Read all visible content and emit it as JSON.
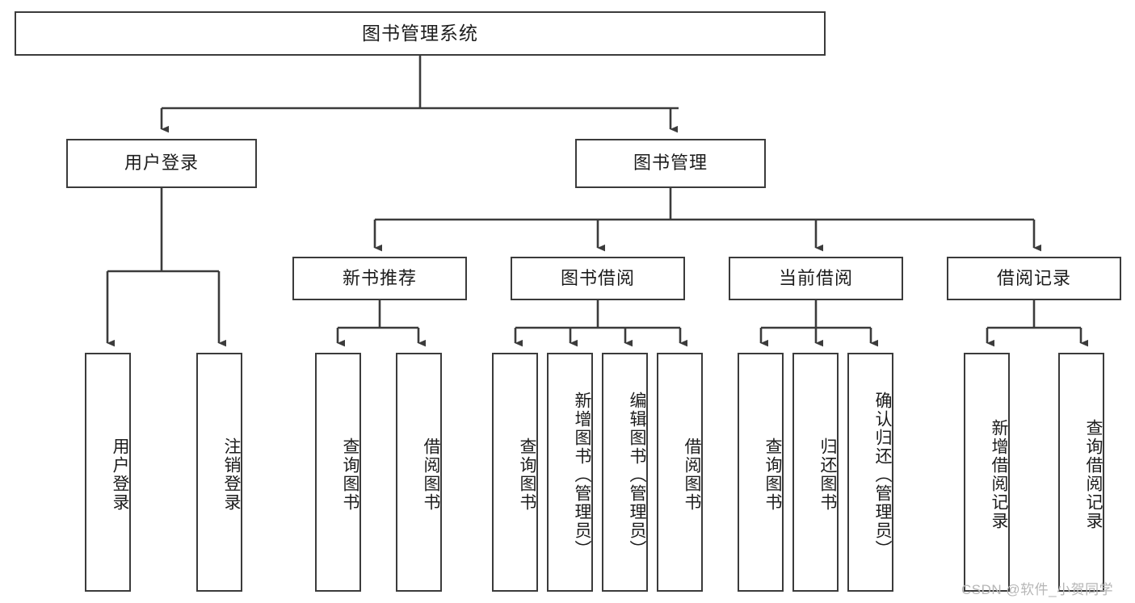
{
  "diagram": {
    "type": "tree",
    "title": "图书管理系统",
    "watermark": "CSDN @软件_小贺同学",
    "colors": {
      "stroke": "#3b3b3b",
      "box_fill": "#ffffff",
      "text": "#1c1c1c",
      "watermark": "#b6b6b6",
      "background": "#ffffff"
    },
    "root": {
      "label": "图书管理系统"
    },
    "level2": [
      {
        "label": "用户登录"
      },
      {
        "label": "图书管理"
      }
    ],
    "level3": [
      {
        "label": "新书推荐"
      },
      {
        "label": "图书借阅"
      },
      {
        "label": "当前借阅"
      },
      {
        "label": "借阅记录"
      }
    ],
    "leaves": {
      "user_login": [
        {
          "label": "用户登录"
        },
        {
          "label": "注销登录"
        }
      ],
      "new_book_recommend": [
        {
          "label": "查询图书"
        },
        {
          "label": "借阅图书"
        }
      ],
      "book_borrow": [
        {
          "label": "查询图书"
        },
        {
          "label": "新增图书（管理员）"
        },
        {
          "label": "编辑图书（管理员）"
        },
        {
          "label": "借阅图书"
        }
      ],
      "current_borrow": [
        {
          "label": "查询图书"
        },
        {
          "label": "归还图书"
        },
        {
          "label": "确认归还（管理员）"
        }
      ],
      "borrow_record": [
        {
          "label": "新增借阅记录"
        },
        {
          "label": "查询借阅记录"
        }
      ]
    }
  }
}
